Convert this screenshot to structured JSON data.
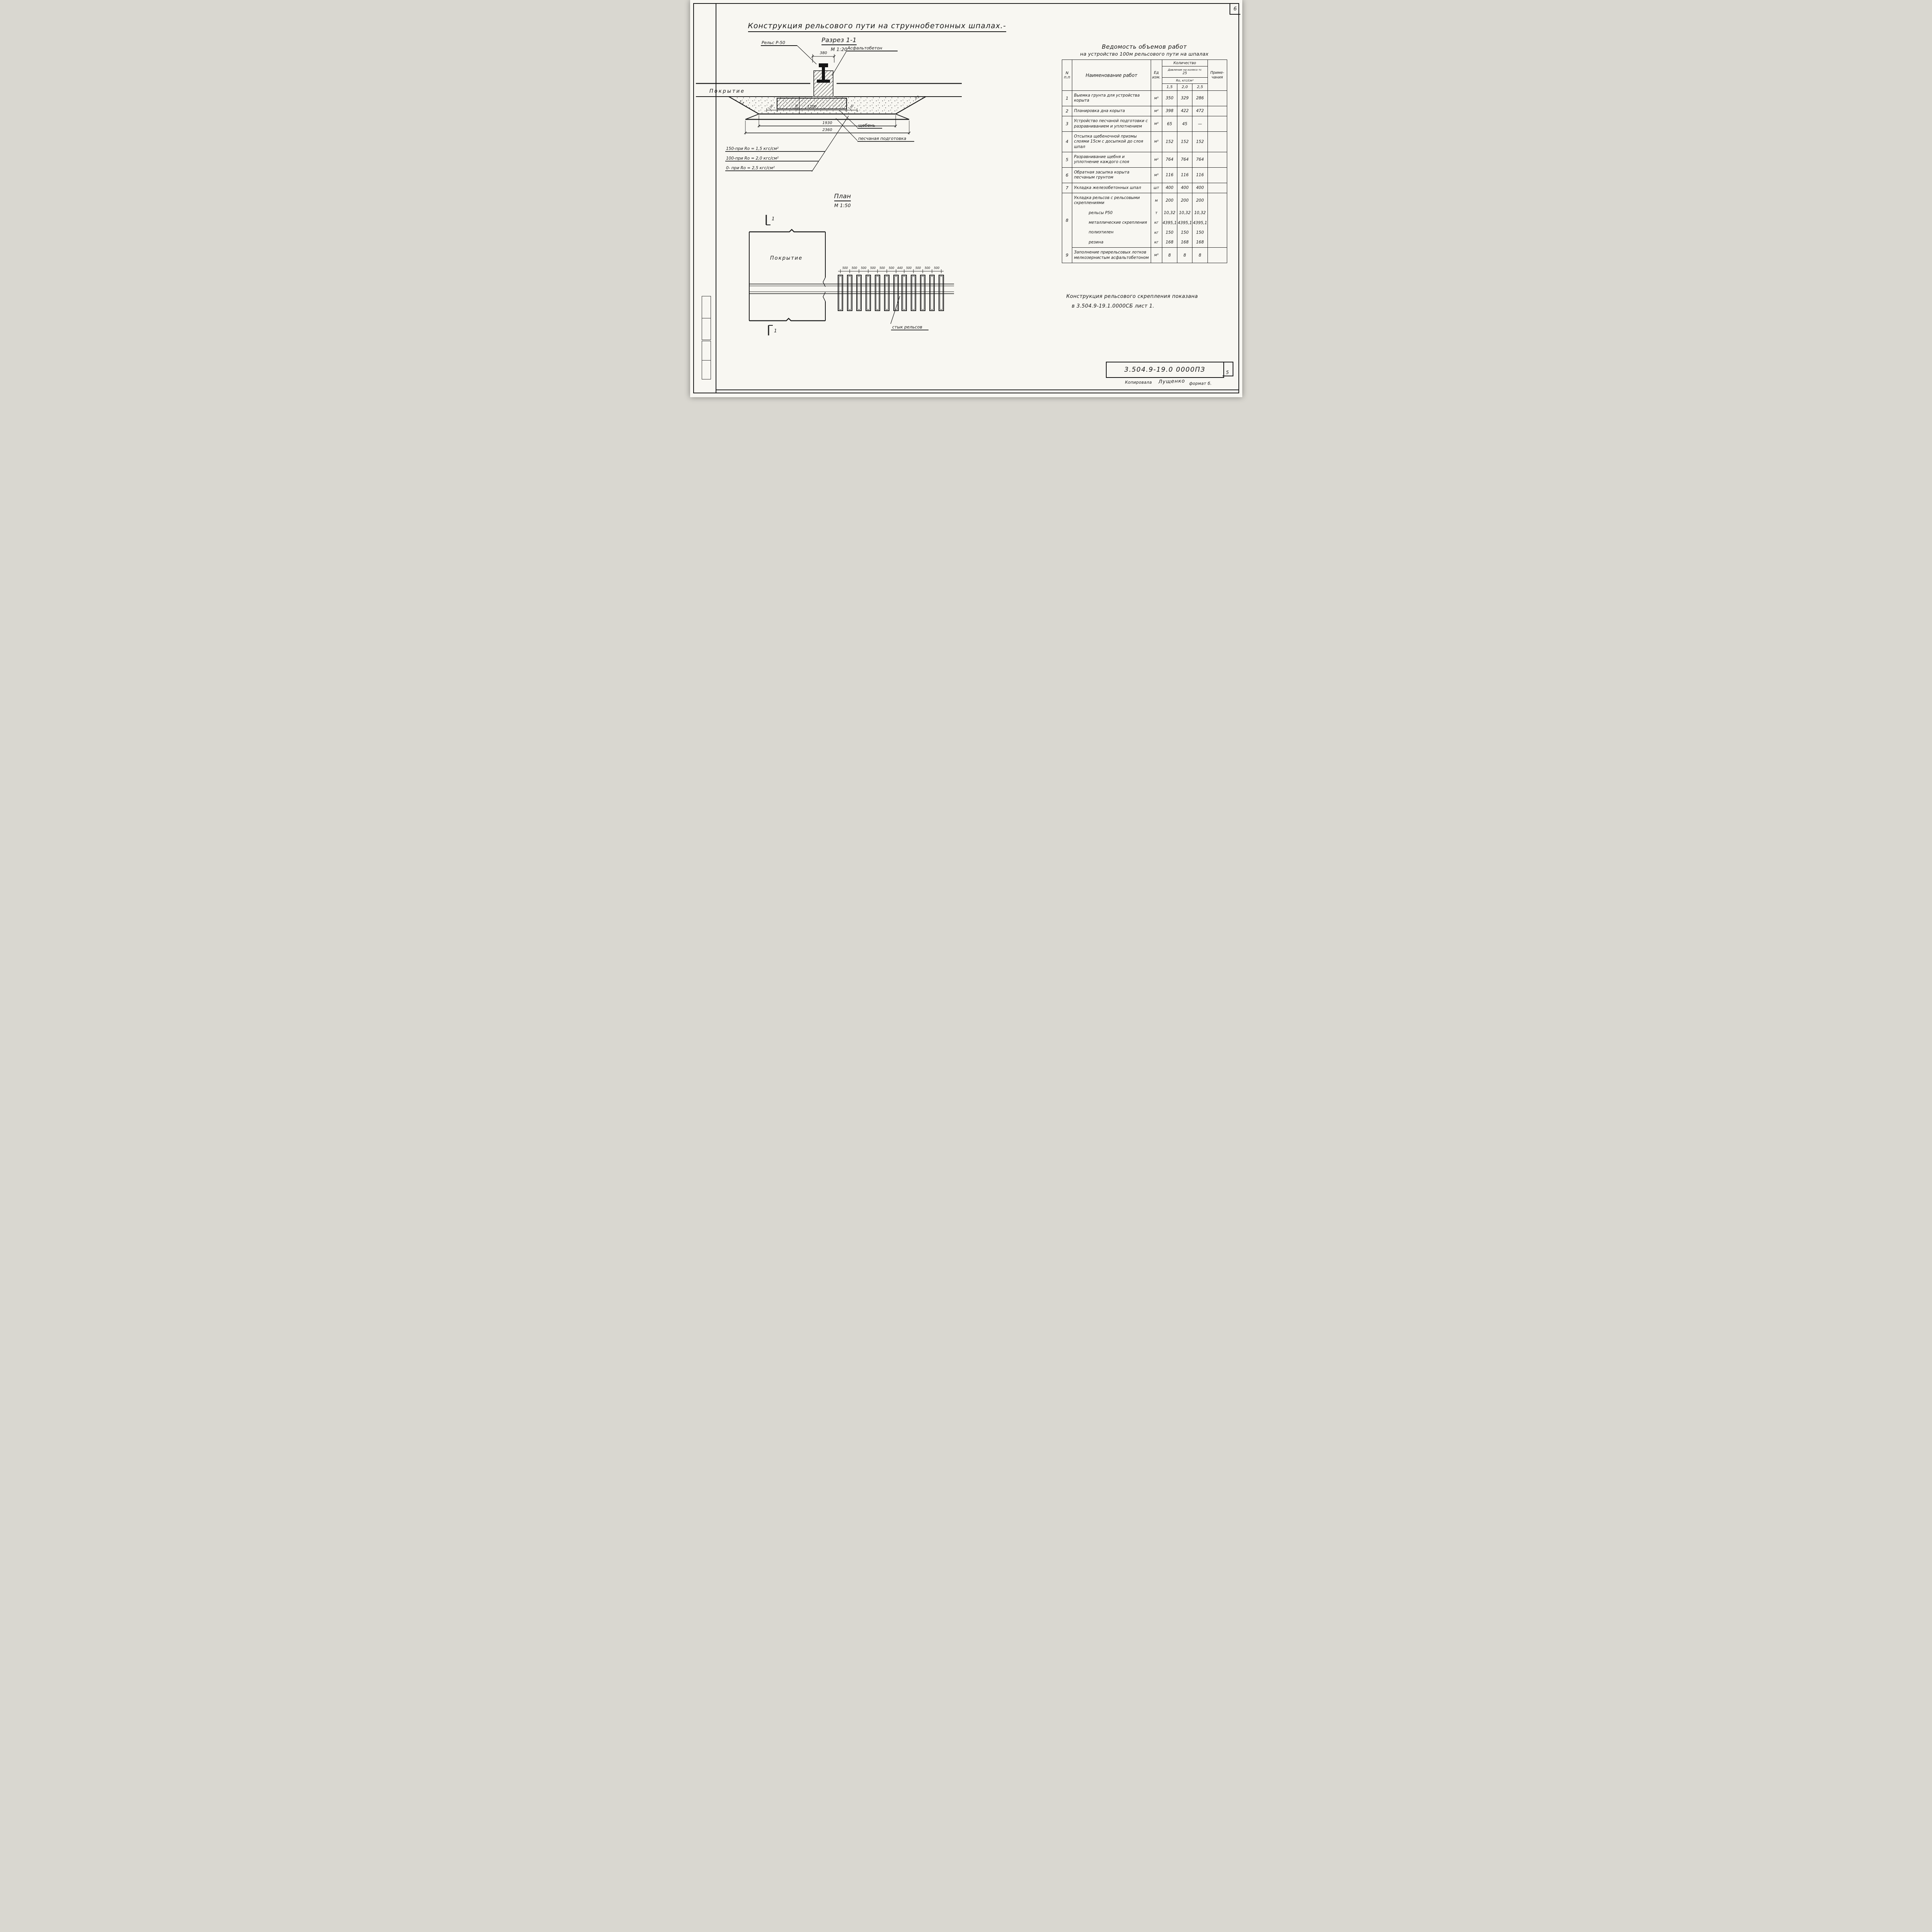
{
  "page": {
    "corner_number": "6",
    "sheet_small_number": "5",
    "doc_number": "3.504.9-19.0 0000ПЗ",
    "copied_label": "Копировала",
    "copied_name": "Лущенко",
    "format_label": "формат б."
  },
  "main_title": "Конструкция рельсового пути на струннобетонных шпалах.-",
  "section": {
    "title": "Разрез 1-1",
    "scale": "М 1:20",
    "labels": {
      "rail": "Рельс Р-50",
      "asphalt": "Асфальтобетон",
      "pavement": "Покрытие",
      "ballast": "щебень",
      "sand": "песчаная подготовка"
    },
    "dims": {
      "rail_width": "380",
      "gap_left": "150",
      "sleeper": "1200",
      "gap_right": "150",
      "depth": "305",
      "ballast_bottom": "1930",
      "sand_bottom": "2360",
      "slope_left": "1:1",
      "slope_right": "1:1"
    },
    "notes": [
      "150-при Rо = 1,5 кгс/см²",
      "100-при Rо = 2,0 кгс/см²",
      "0-  при Rо = 2,5 кгс/см²"
    ]
  },
  "plan": {
    "title": "План",
    "scale": "М 1:50",
    "pavement": "Покрытие",
    "cut_top": "1",
    "cut_bottom": "1",
    "spacings": [
      "500",
      "500",
      "500",
      "500",
      "500",
      "500",
      "440",
      "500",
      "500",
      "500",
      "500"
    ],
    "joint": "стык рельсов"
  },
  "table": {
    "title1": "Ведомость объемов работ",
    "title2": "на устройство 100м рельсового пути на шпалах",
    "head": {
      "num1": "N",
      "num2": "п.п",
      "name": "Наименование работ",
      "unit1": "Ед",
      "unit2": "изм.",
      "qty": "Количество",
      "press1": "Давление на колесо тс",
      "press2": "25",
      "r": "Rо, кгс/см²",
      "c1": "1,5",
      "c2": "2,0",
      "c3": "2,5",
      "notes1": "Приме-",
      "notes2": "чания"
    },
    "rows": [
      {
        "num": "1",
        "name": "Выемка грунта для устройства корыта",
        "unit": "м³",
        "v15": "350",
        "v20": "329",
        "v25": "286",
        "note": ""
      },
      {
        "num": "2",
        "name": "Планировка дна корыта",
        "unit": "м²",
        "v15": "398",
        "v20": "422",
        "v25": "472",
        "note": ""
      },
      {
        "num": "3",
        "name": "Устройство песчаной подготовки с разравниванием и уплотнением",
        "unit": "м³",
        "v15": "65",
        "v20": "45",
        "v25": "—",
        "note": ""
      },
      {
        "num": "4",
        "name": "Отсыпка щебеночной призмы слоями 15см с досыпкой до слоя шпал",
        "unit": "м³",
        "v15": "152",
        "v20": "152",
        "v25": "152",
        "note": ""
      },
      {
        "num": "5",
        "name": "Разравнивание щебня и уплотнение каждого слоя",
        "unit": "м²",
        "v15": "764",
        "v20": "764",
        "v25": "764",
        "note": ""
      },
      {
        "num": "6",
        "name": "Обратная засыпка корыта песчаным грунтом",
        "unit": "м³",
        "v15": "116",
        "v20": "116",
        "v25": "116",
        "note": ""
      },
      {
        "num": "7",
        "name": "Укладка железобетонных шпал",
        "unit": "шт",
        "v15": "400",
        "v20": "400",
        "v25": "400",
        "note": ""
      },
      {
        "num": "8",
        "name": "Укладка рельсов с рельсовыми скреплениями",
        "unit": "м",
        "v15": "200",
        "v20": "200",
        "v25": "200",
        "note": ""
      },
      {
        "num": "",
        "name": "рельсы Р50",
        "unit": "т",
        "v15": "10,32",
        "v20": "10,32",
        "v25": "10,32",
        "note": ""
      },
      {
        "num": "",
        "name": "металлические скрепления",
        "unit": "кг",
        "v15": "4395,1",
        "v20": "4395,1",
        "v25": "4395,1",
        "note": ""
      },
      {
        "num": "",
        "name": "полиэтилен",
        "unit": "кг",
        "v15": "150",
        "v20": "150",
        "v25": "150",
        "note": ""
      },
      {
        "num": "",
        "name": "резина",
        "unit": "кг",
        "v15": "168",
        "v20": "168",
        "v25": "168",
        "note": ""
      },
      {
        "num": "9",
        "name": "Заполнение прирельсовых лотков мелкозернистым асфальтобетоном",
        "unit": "м³",
        "v15": "8",
        "v20": "8",
        "v25": "8",
        "note": ""
      }
    ]
  },
  "note": {
    "l1": "Конструкция рельсового скрепления показана",
    "l2": "в 3.504.9-19.1.0000СБ лист 1."
  }
}
